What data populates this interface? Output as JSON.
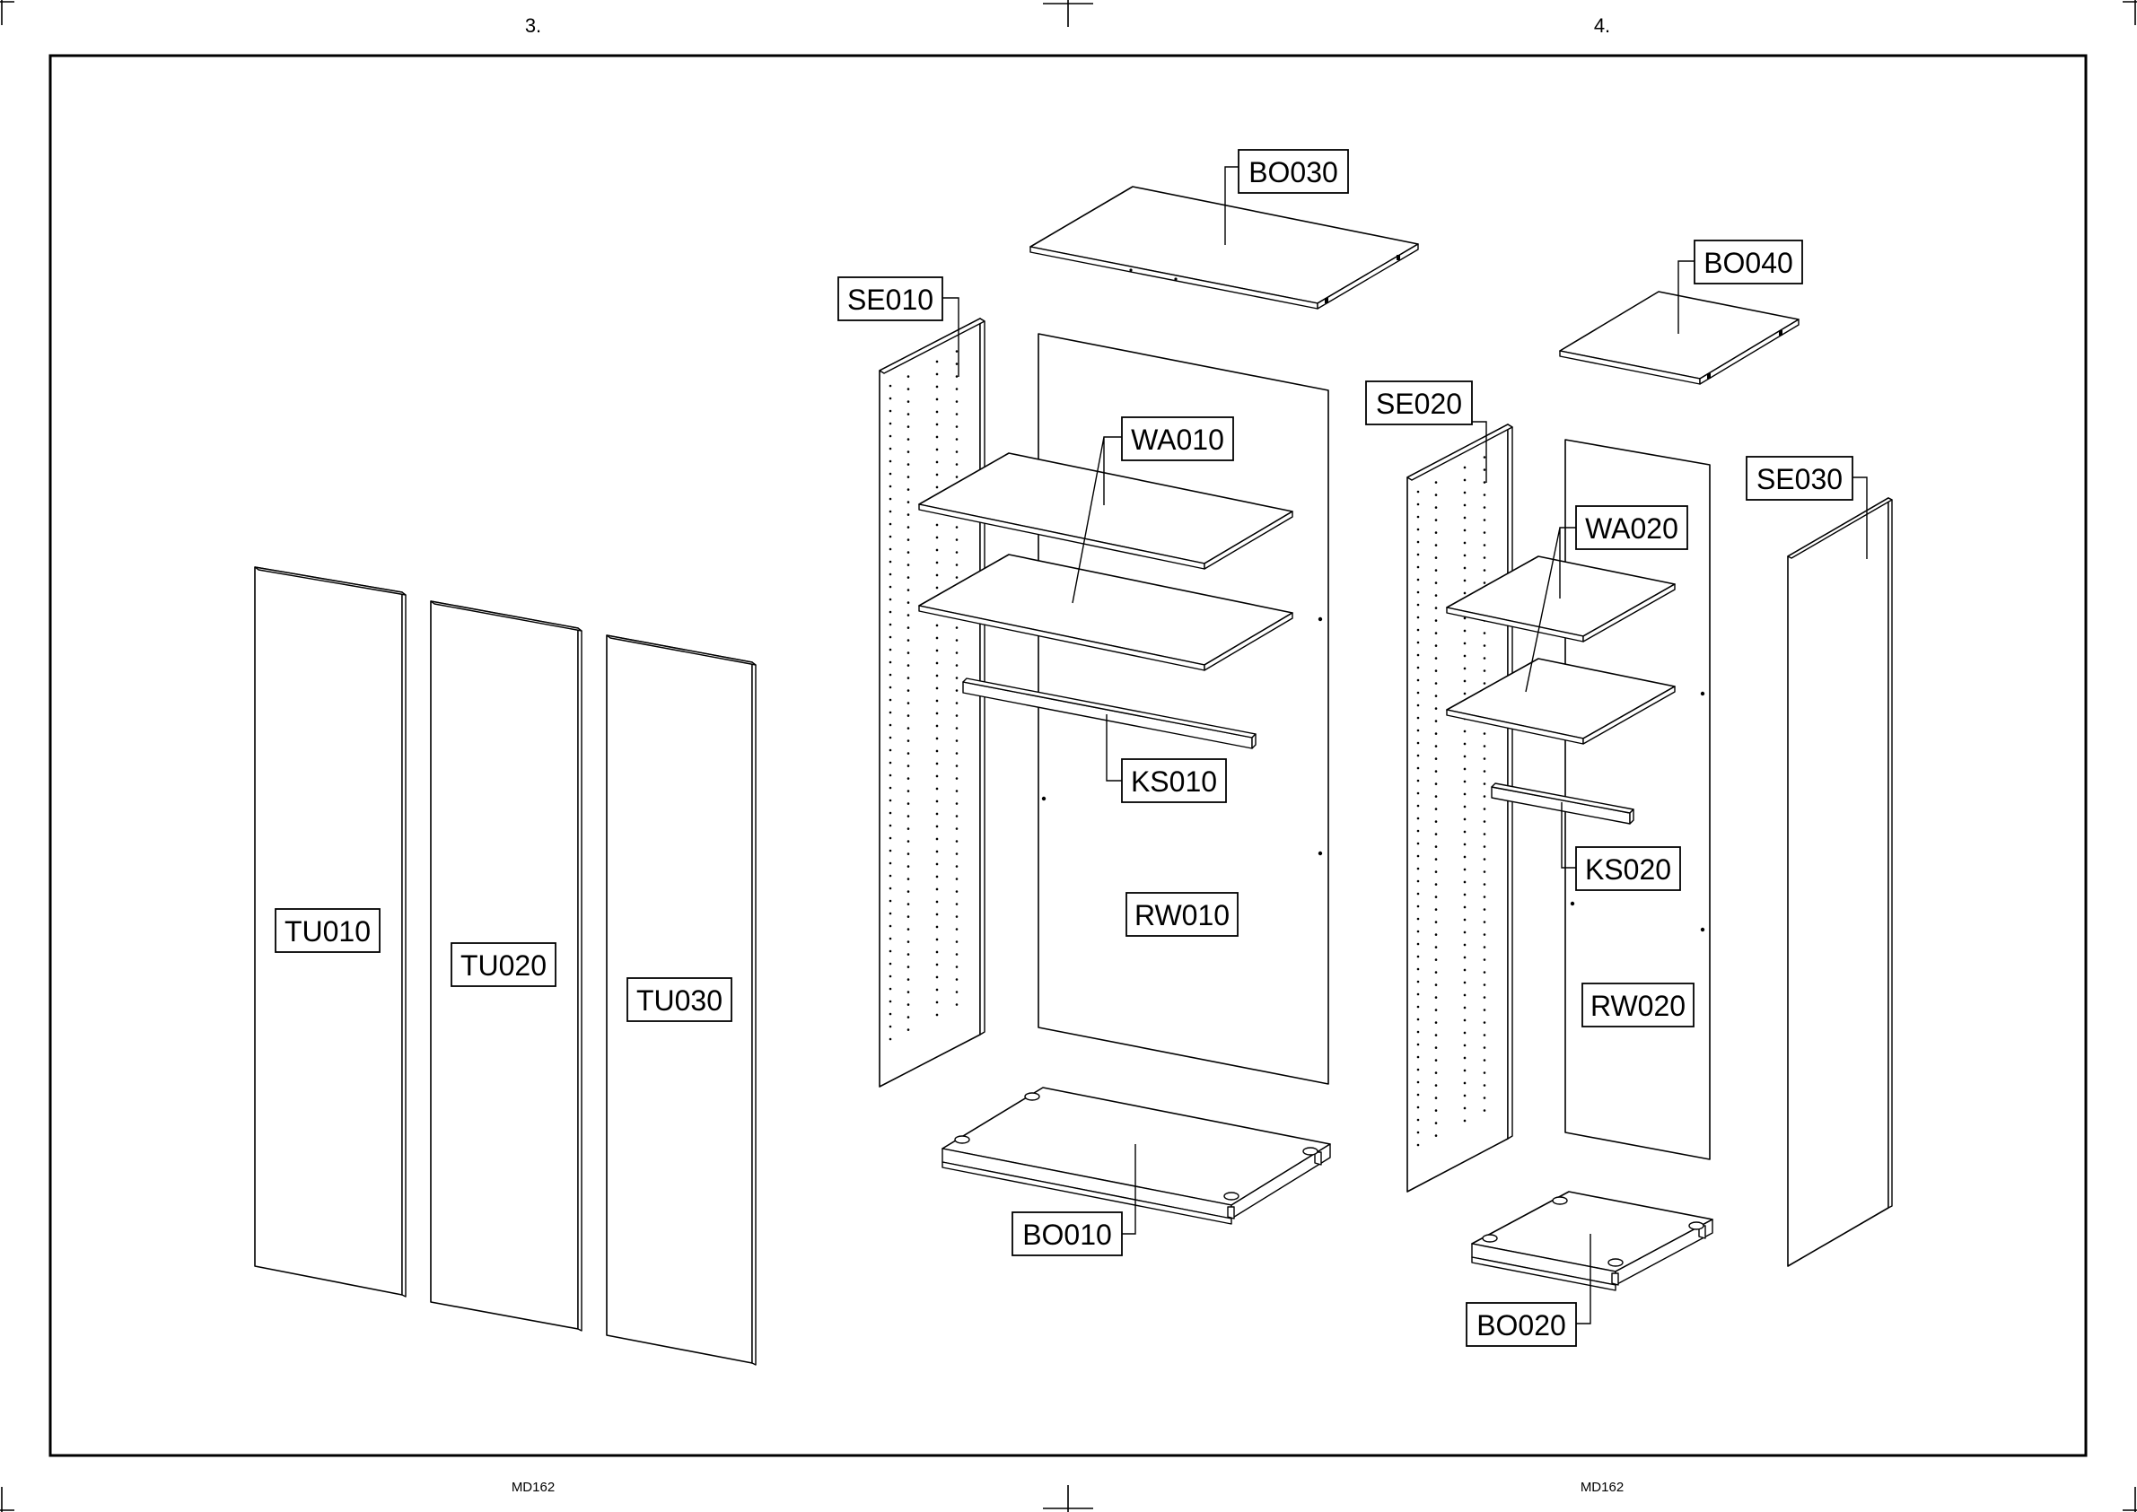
{
  "sheet": {
    "page_left_number": "3.",
    "page_right_number": "4.",
    "footer_left_code": "MD162",
    "footer_right_code": "MD162"
  },
  "parts": {
    "TU010": "TU010",
    "TU020": "TU020",
    "TU030": "TU030",
    "SE010": "SE010",
    "SE020": "SE020",
    "SE030": "SE030",
    "BO010": "BO010",
    "BO020": "BO020",
    "BO030": "BO030",
    "BO040": "BO040",
    "WA010": "WA010",
    "WA020": "WA020",
    "KS010": "KS010",
    "KS020": "KS020",
    "RW010": "RW010",
    "RW020": "RW020"
  }
}
